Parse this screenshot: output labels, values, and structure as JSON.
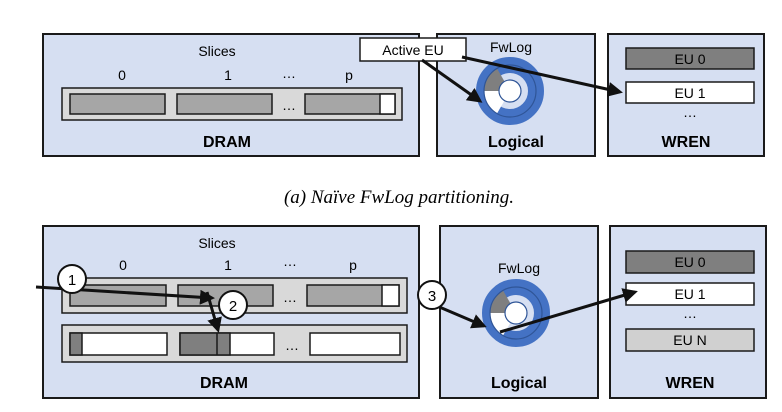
{
  "colors": {
    "panel_fill": "#d6dff2",
    "panel_stroke": "#1a1a1a",
    "slot_gray": "#a6a6a6",
    "slot_dark_gray": "#7f7f7f",
    "slot_light_gray": "#d0d0d0",
    "ring_blue": "#4472c4",
    "ring_blue_dark": "#2f5597"
  },
  "top": {
    "dram": {
      "slices_title": "Slices",
      "slice_labels": [
        "0",
        "1",
        "p"
      ],
      "ellipsis": "…",
      "label": "DRAM"
    },
    "logical": {
      "active_eu_label": "Active EU",
      "fwlog_label": "FwLog",
      "label": "Logical"
    },
    "wren": {
      "eu_top": "EU 0",
      "eu_active": "EU 1",
      "ellipsis": "…",
      "label": "WREN"
    },
    "caption": "(a) Naïve FwLog partitioning."
  },
  "bottom": {
    "dram": {
      "slices_title": "Slices",
      "slice_labels": [
        "0",
        "1",
        "p"
      ],
      "ellipsis_row1": "…",
      "ellipsis_row2": "…",
      "ellipsis_header": "…",
      "label": "DRAM"
    },
    "logical": {
      "fwlog_label": "FwLog",
      "label": "Logical"
    },
    "wren": {
      "eu_top": "EU 0",
      "eu_active": "EU 1",
      "ellipsis": "…",
      "eu_last": "EU N",
      "label": "WREN"
    },
    "steps": [
      "1",
      "2",
      "3"
    ]
  }
}
